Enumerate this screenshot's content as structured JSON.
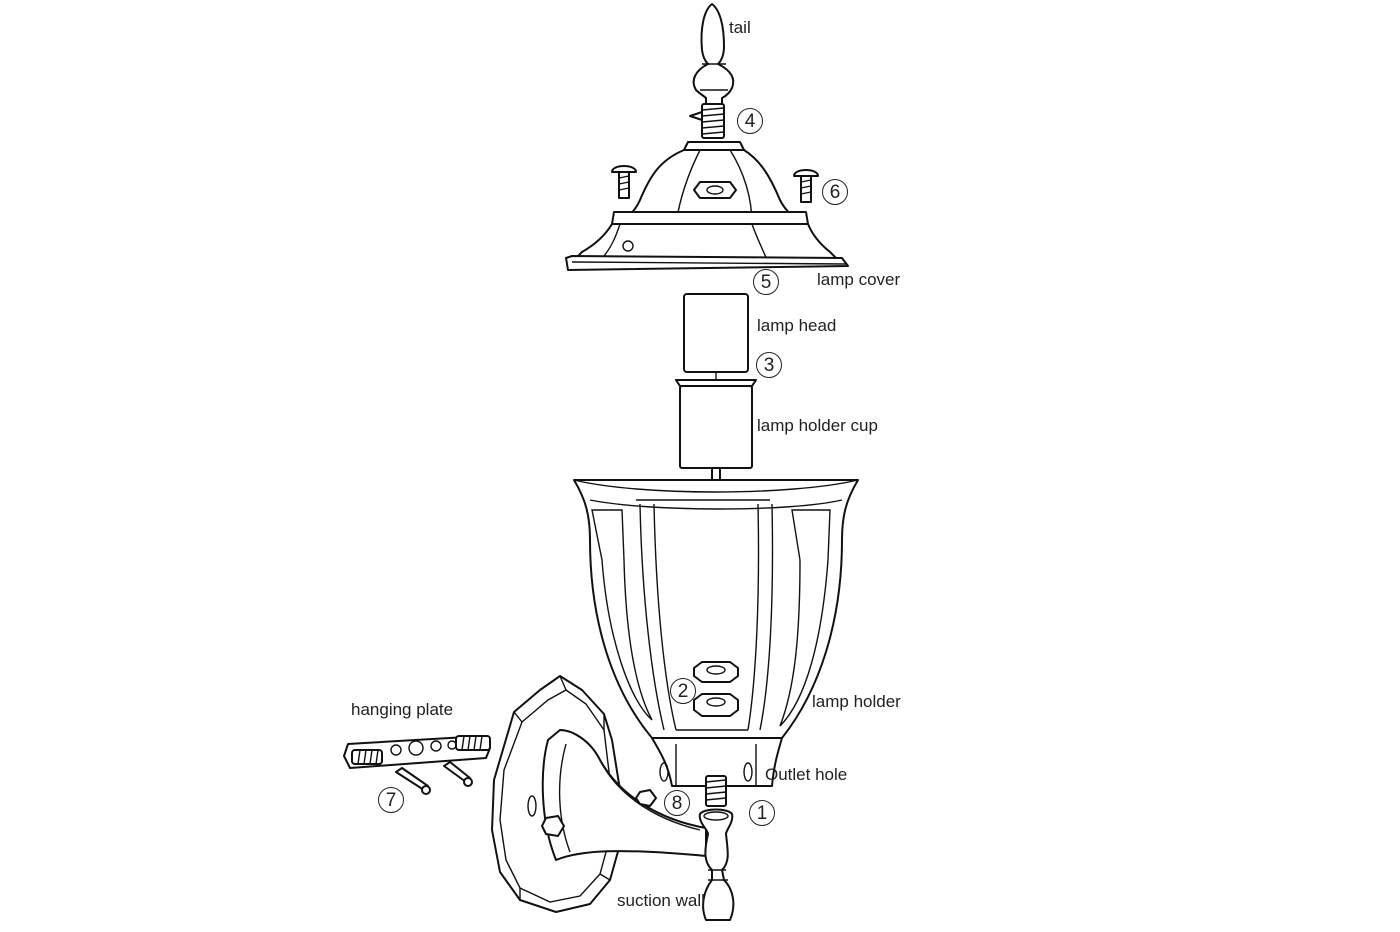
{
  "labels": {
    "tail": "tail",
    "lamp_cover": "lamp cover",
    "lamp_head": "lamp head",
    "lamp_holder_cup": "lamp holder cup",
    "lamp_holder": "lamp holder",
    "outlet_hole": "Outlet hole",
    "hanging_plate": "hanging plate",
    "suction_wall": "suction wall"
  },
  "markers": {
    "m1": "1",
    "m2": "2",
    "m3": "3",
    "m4": "4",
    "m5": "5",
    "m6": "6",
    "m7": "7",
    "m8": "8"
  }
}
